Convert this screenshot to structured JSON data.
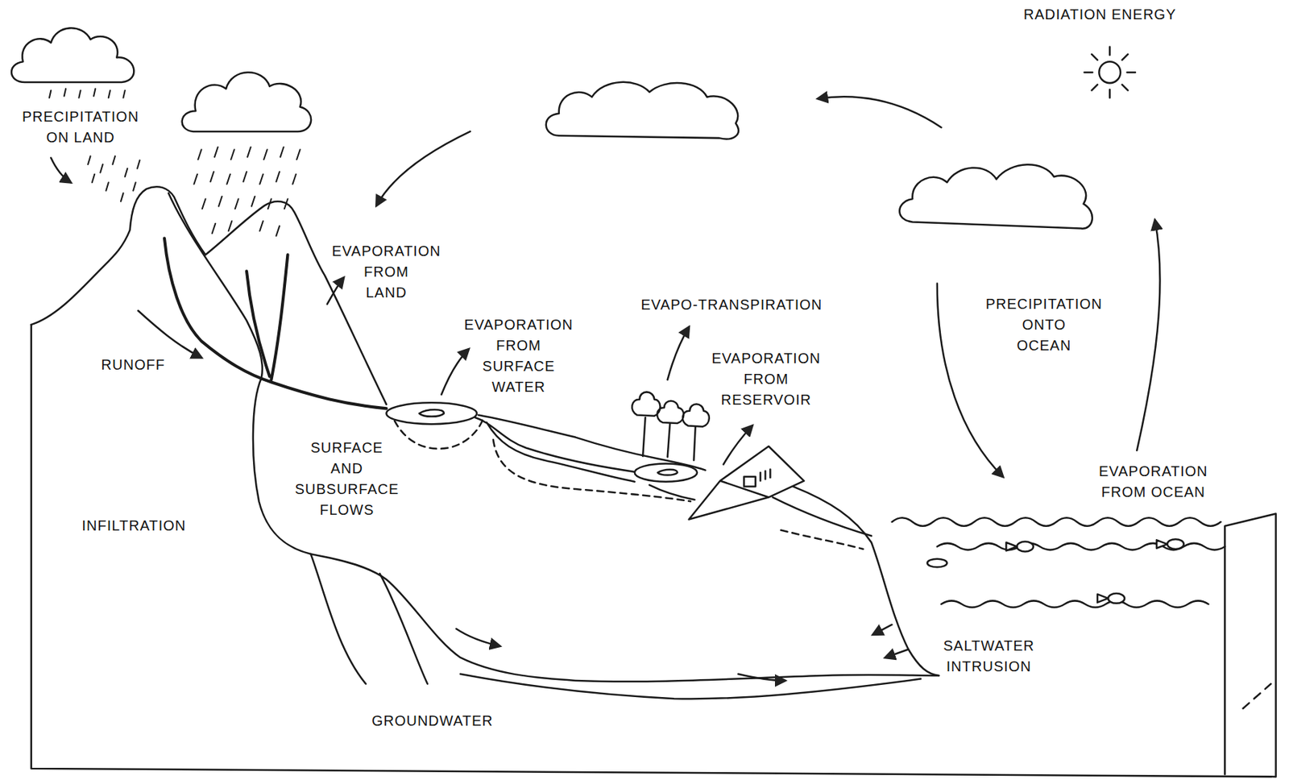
{
  "diagram": {
    "labels": [
      "PRECIPITATION ON LAND",
      "RADIATION ENERGY",
      "EVAPORATION FROM LAND",
      "EVAPO-TRANSPIRATION",
      "PRECIPITATION ONTO OCEAN",
      "EVAPORATION FROM SURFACE WATER",
      "RUNOFF",
      "EVAPORATION FROM RESERVOIR",
      "SURFACE AND SUBSURFACE FLOWS",
      "EVAPORATION FROM OCEAN",
      "INFILTRATION",
      "SALTWATER INTRUSION",
      "GROUNDWATER"
    ]
  }
}
